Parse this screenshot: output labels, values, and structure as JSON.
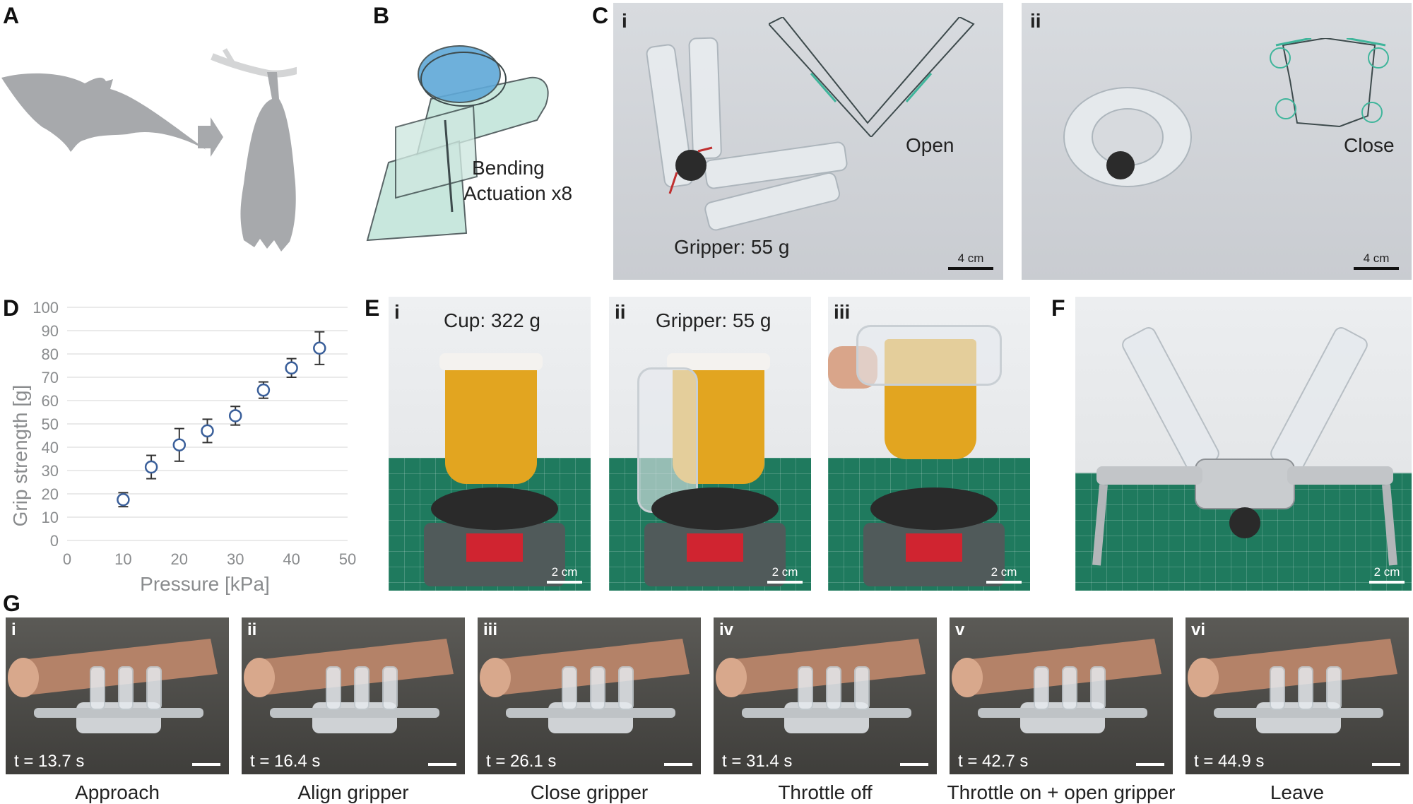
{
  "panels": {
    "A": {
      "label": "A"
    },
    "B": {
      "label": "B",
      "text_line1": "Bending",
      "text_line2": "Actuation x8"
    },
    "C": {
      "label": "C",
      "i": {
        "tag": "i",
        "state": "Open",
        "caption": "Gripper: 55 g",
        "scale": "4 cm"
      },
      "ii": {
        "tag": "ii",
        "state": "Close",
        "scale": "4 cm"
      }
    },
    "D": {
      "label": "D"
    },
    "E": {
      "label": "E",
      "i": {
        "tag": "i",
        "caption": "Cup: 322 g",
        "scale": "2 cm"
      },
      "ii": {
        "tag": "ii",
        "caption": "Gripper: 55 g",
        "scale": "2 cm"
      },
      "iii": {
        "tag": "iii",
        "scale": "2 cm"
      }
    },
    "F": {
      "label": "F",
      "scale": "2 cm"
    },
    "G": {
      "label": "G",
      "frames": [
        {
          "tag": "i",
          "time": "t = 13.7 s",
          "caption": "Approach"
        },
        {
          "tag": "ii",
          "time": "t = 16.4 s",
          "caption": "Align gripper"
        },
        {
          "tag": "iii",
          "time": "t = 26.1 s",
          "caption": "Close gripper"
        },
        {
          "tag": "iv",
          "time": "t = 31.4 s",
          "caption": "Throttle off"
        },
        {
          "tag": "v",
          "time": "t = 42.7 s",
          "caption": "Throttle on + open gripper"
        },
        {
          "tag": "vi",
          "time": "t = 44.9 s",
          "caption": "Leave"
        }
      ]
    }
  },
  "chart_data": {
    "type": "scatter",
    "xlabel": "Pressure [kPa]",
    "ylabel": "Grip strength [g]",
    "xlim": [
      0,
      50
    ],
    "ylim": [
      0,
      100
    ],
    "xticks": [
      0,
      10,
      20,
      30,
      40,
      50
    ],
    "yticks": [
      0,
      10,
      20,
      30,
      40,
      50,
      60,
      70,
      80,
      90,
      100
    ],
    "grid": "horizontal",
    "series": [
      {
        "x": [
          10,
          15,
          20,
          25,
          30,
          35,
          40,
          45
        ],
        "y": [
          17.5,
          31.5,
          41,
          47,
          53.5,
          64.5,
          74,
          82.5
        ],
        "err": [
          3,
          5,
          7,
          5,
          4,
          3.5,
          4,
          7
        ]
      }
    ]
  },
  "colors": {
    "marker": "#3a5f9a",
    "teal": "#3fb59b",
    "silhouette": "#a7a9ac",
    "gripper_blue": "#5fa8d8"
  }
}
